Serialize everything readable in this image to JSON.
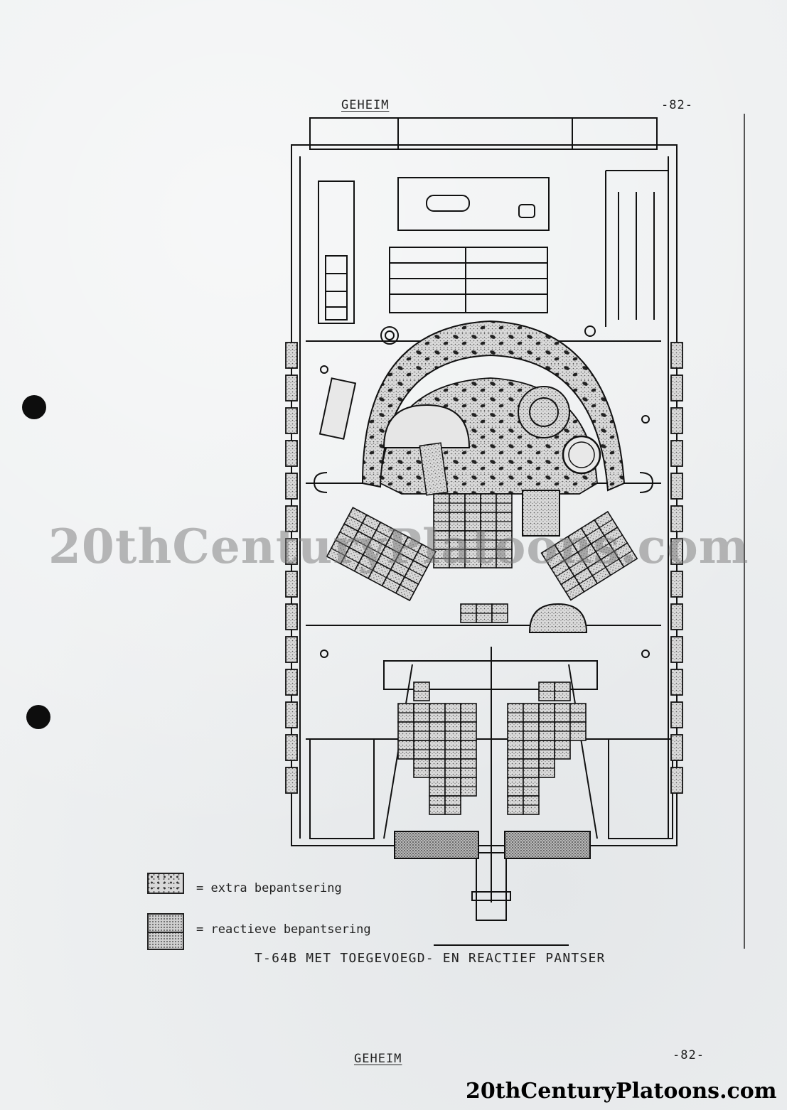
{
  "header": {
    "classification": "GEHEIM",
    "page_number": "-82-"
  },
  "footer": {
    "classification": "GEHEIM",
    "page_number": "-82-"
  },
  "legend": [
    {
      "label": "= extra bepantsering"
    },
    {
      "label": "= reactieve bepantsering"
    }
  ],
  "caption": "T-64B MET TOEGEVOEGD- EN REACTIEF PANTSER",
  "watermark": "20thCenturyPlatoons.com",
  "site_label": "20thCenturyPlatoons.com"
}
